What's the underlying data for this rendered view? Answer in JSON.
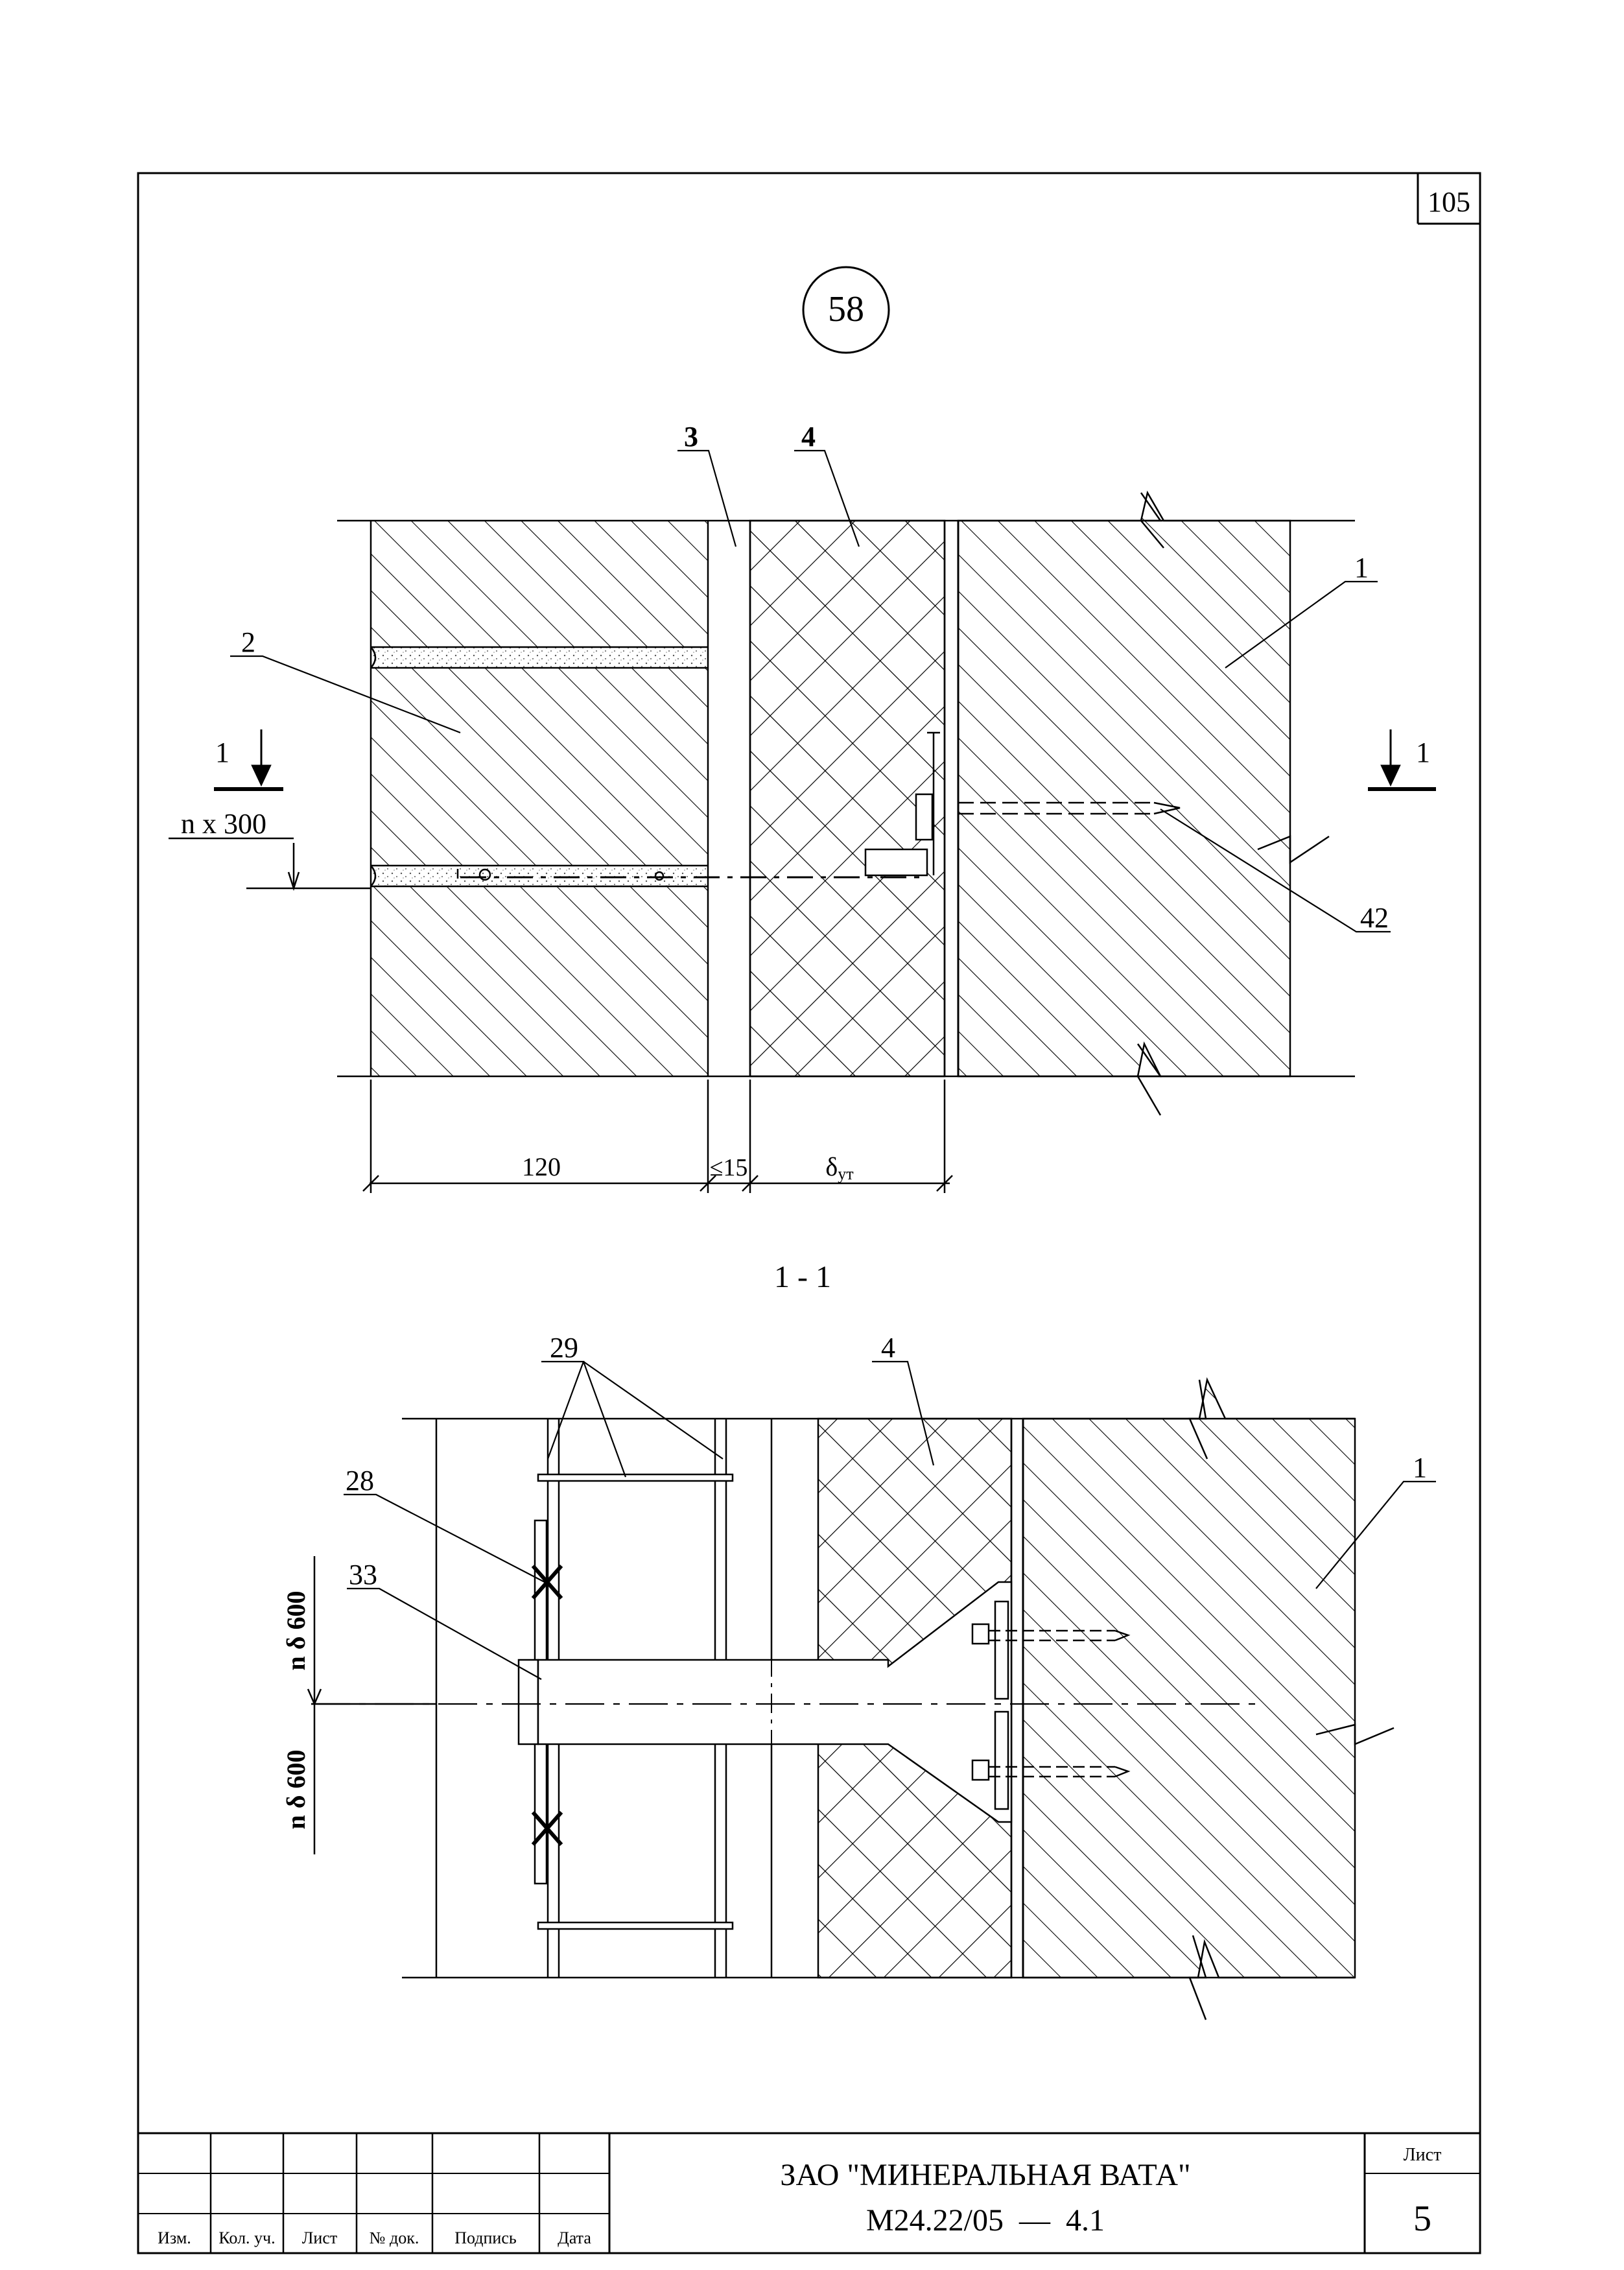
{
  "sheet": {
    "page_number": "105",
    "detail_number": "58"
  },
  "detail_view": {
    "label_3": "3",
    "label_4": "4",
    "label_2": "2",
    "label_1": "1",
    "label_42": "42",
    "section_mark_left": "1",
    "section_mark_right": "1",
    "spacing_label": "n x 300",
    "dim_1": "120",
    "dim_2": "≤15",
    "dim_3_main": "δ",
    "dim_3_sub": "ут"
  },
  "section_view": {
    "title": "1 - 1",
    "label_29": "29",
    "label_4": "4",
    "label_28": "28",
    "label_33": "33",
    "label_1": "1",
    "dim_upper": "n δ 600",
    "dim_lower": "n δ 600"
  },
  "title_block": {
    "col_headers": [
      "Изм.",
      "Кол. уч.",
      "Лист",
      "№ док.",
      "Подпись",
      "Дата"
    ],
    "organization": "ЗАО \"МИНЕРАЛЬНАЯ ВАТА\"",
    "document_code": "М24.22/05  —  4.1",
    "sheet_label": "Лист",
    "sheet_number": "5"
  },
  "colors": {
    "ink": "#000000",
    "paper": "#ffffff"
  }
}
